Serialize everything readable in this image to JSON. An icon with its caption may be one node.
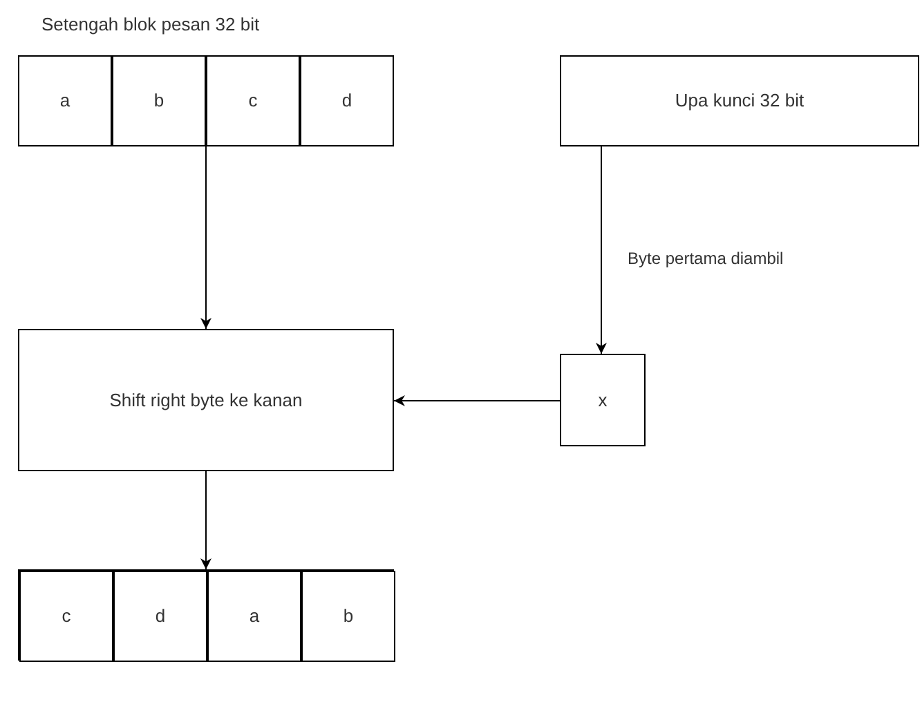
{
  "diagram": {
    "nodes": [
      {
        "text": [
          "Setengah blok pesan 32 bit"
        ]
      },
      {
        "text": [
          "a"
        ],
        "in": 0
      },
      {
        "text": [
          "b"
        ],
        "in": 0
      },
      {
        "text": [
          "c"
        ],
        "in": 0
      },
      {
        "text": [
          "d"
        ],
        "in": 0
      },
      {
        "text": [
          "Upa kunci 32 bit"
        ]
      },
      {
        "text": [
          "Shift right byte ke kanan"
        ]
      },
      {
        "text": [
          "x"
        ]
      },
      {
        "text": [],
        "shape": "box"
      },
      {
        "text": [
          "c"
        ],
        "in": 8
      },
      {
        "text": [
          "d"
        ],
        "in": 8
      },
      {
        "text": [
          "a"
        ],
        "in": 8
      },
      {
        "text": [
          "b"
        ],
        "in": 8
      }
    ],
    "edges": [
      {
        "from": 0,
        "to": 6,
        "arrow": "to"
      },
      {
        "from": 5,
        "to": 7,
        "arrow": "to",
        "label": "Byte pertama diambil"
      },
      {
        "from": 7,
        "to": 6,
        "arrow": "to"
      },
      {
        "from": 6,
        "to": 8,
        "arrow": "to"
      }
    ]
  }
}
